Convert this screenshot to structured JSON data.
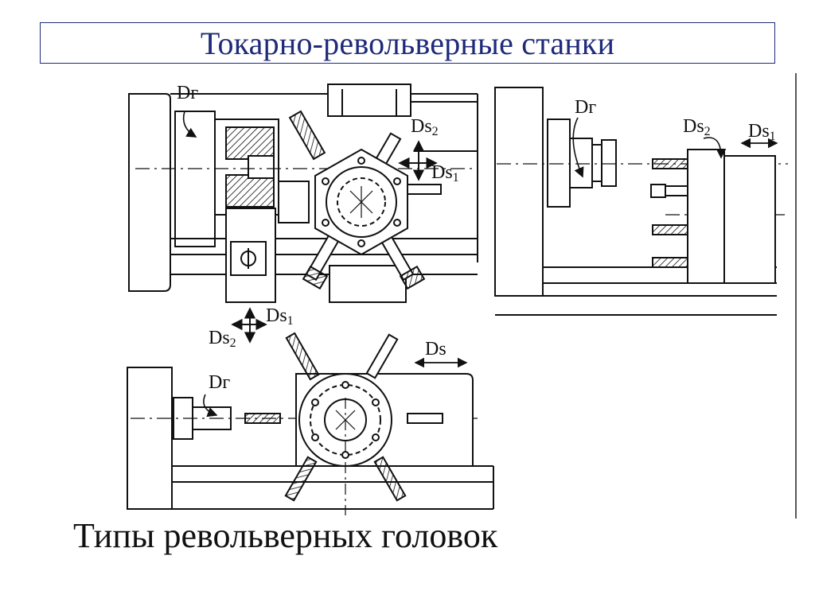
{
  "slide": {
    "title": "Токарно-револьверные станки",
    "caption": "Типы револьверных головок"
  },
  "diagram": {
    "top_left": {
      "rotation": "Dг",
      "feed_primary": "Ds",
      "feed_primary_sub": "2",
      "feed_secondary": "Ds",
      "feed_secondary_sub": "1",
      "support_feed_1": "Ds",
      "support_feed_1_sub": "1",
      "support_feed_2": "Ds",
      "support_feed_2_sub": "2"
    },
    "top_right": {
      "rotation": "Dг",
      "feed_a": "Ds",
      "feed_a_sub": "2",
      "feed_b": "Ds",
      "feed_b_sub": "1"
    },
    "bottom": {
      "rotation": "Dг",
      "feed": "Ds"
    }
  },
  "colors": {
    "title": "#1f2a7a",
    "line": "#111111"
  }
}
